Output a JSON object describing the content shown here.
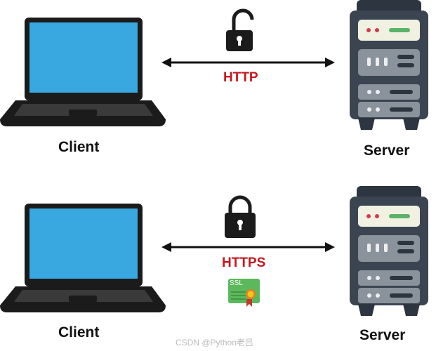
{
  "panels": [
    {
      "client_label": "Client",
      "server_label": "Server",
      "protocol": "HTTP",
      "lock_state": "unlocked",
      "certificate": null
    },
    {
      "client_label": "Client",
      "server_label": "Server",
      "protocol": "HTTPS",
      "lock_state": "locked",
      "certificate": "SSL"
    }
  ],
  "watermark": "CSDN @Python老吕",
  "colors": {
    "screen": "#39a7e0",
    "device": "#1b1b1b",
    "protocol": "#c8161d",
    "server": "#3b4552",
    "certificate": "#5cb85c"
  }
}
